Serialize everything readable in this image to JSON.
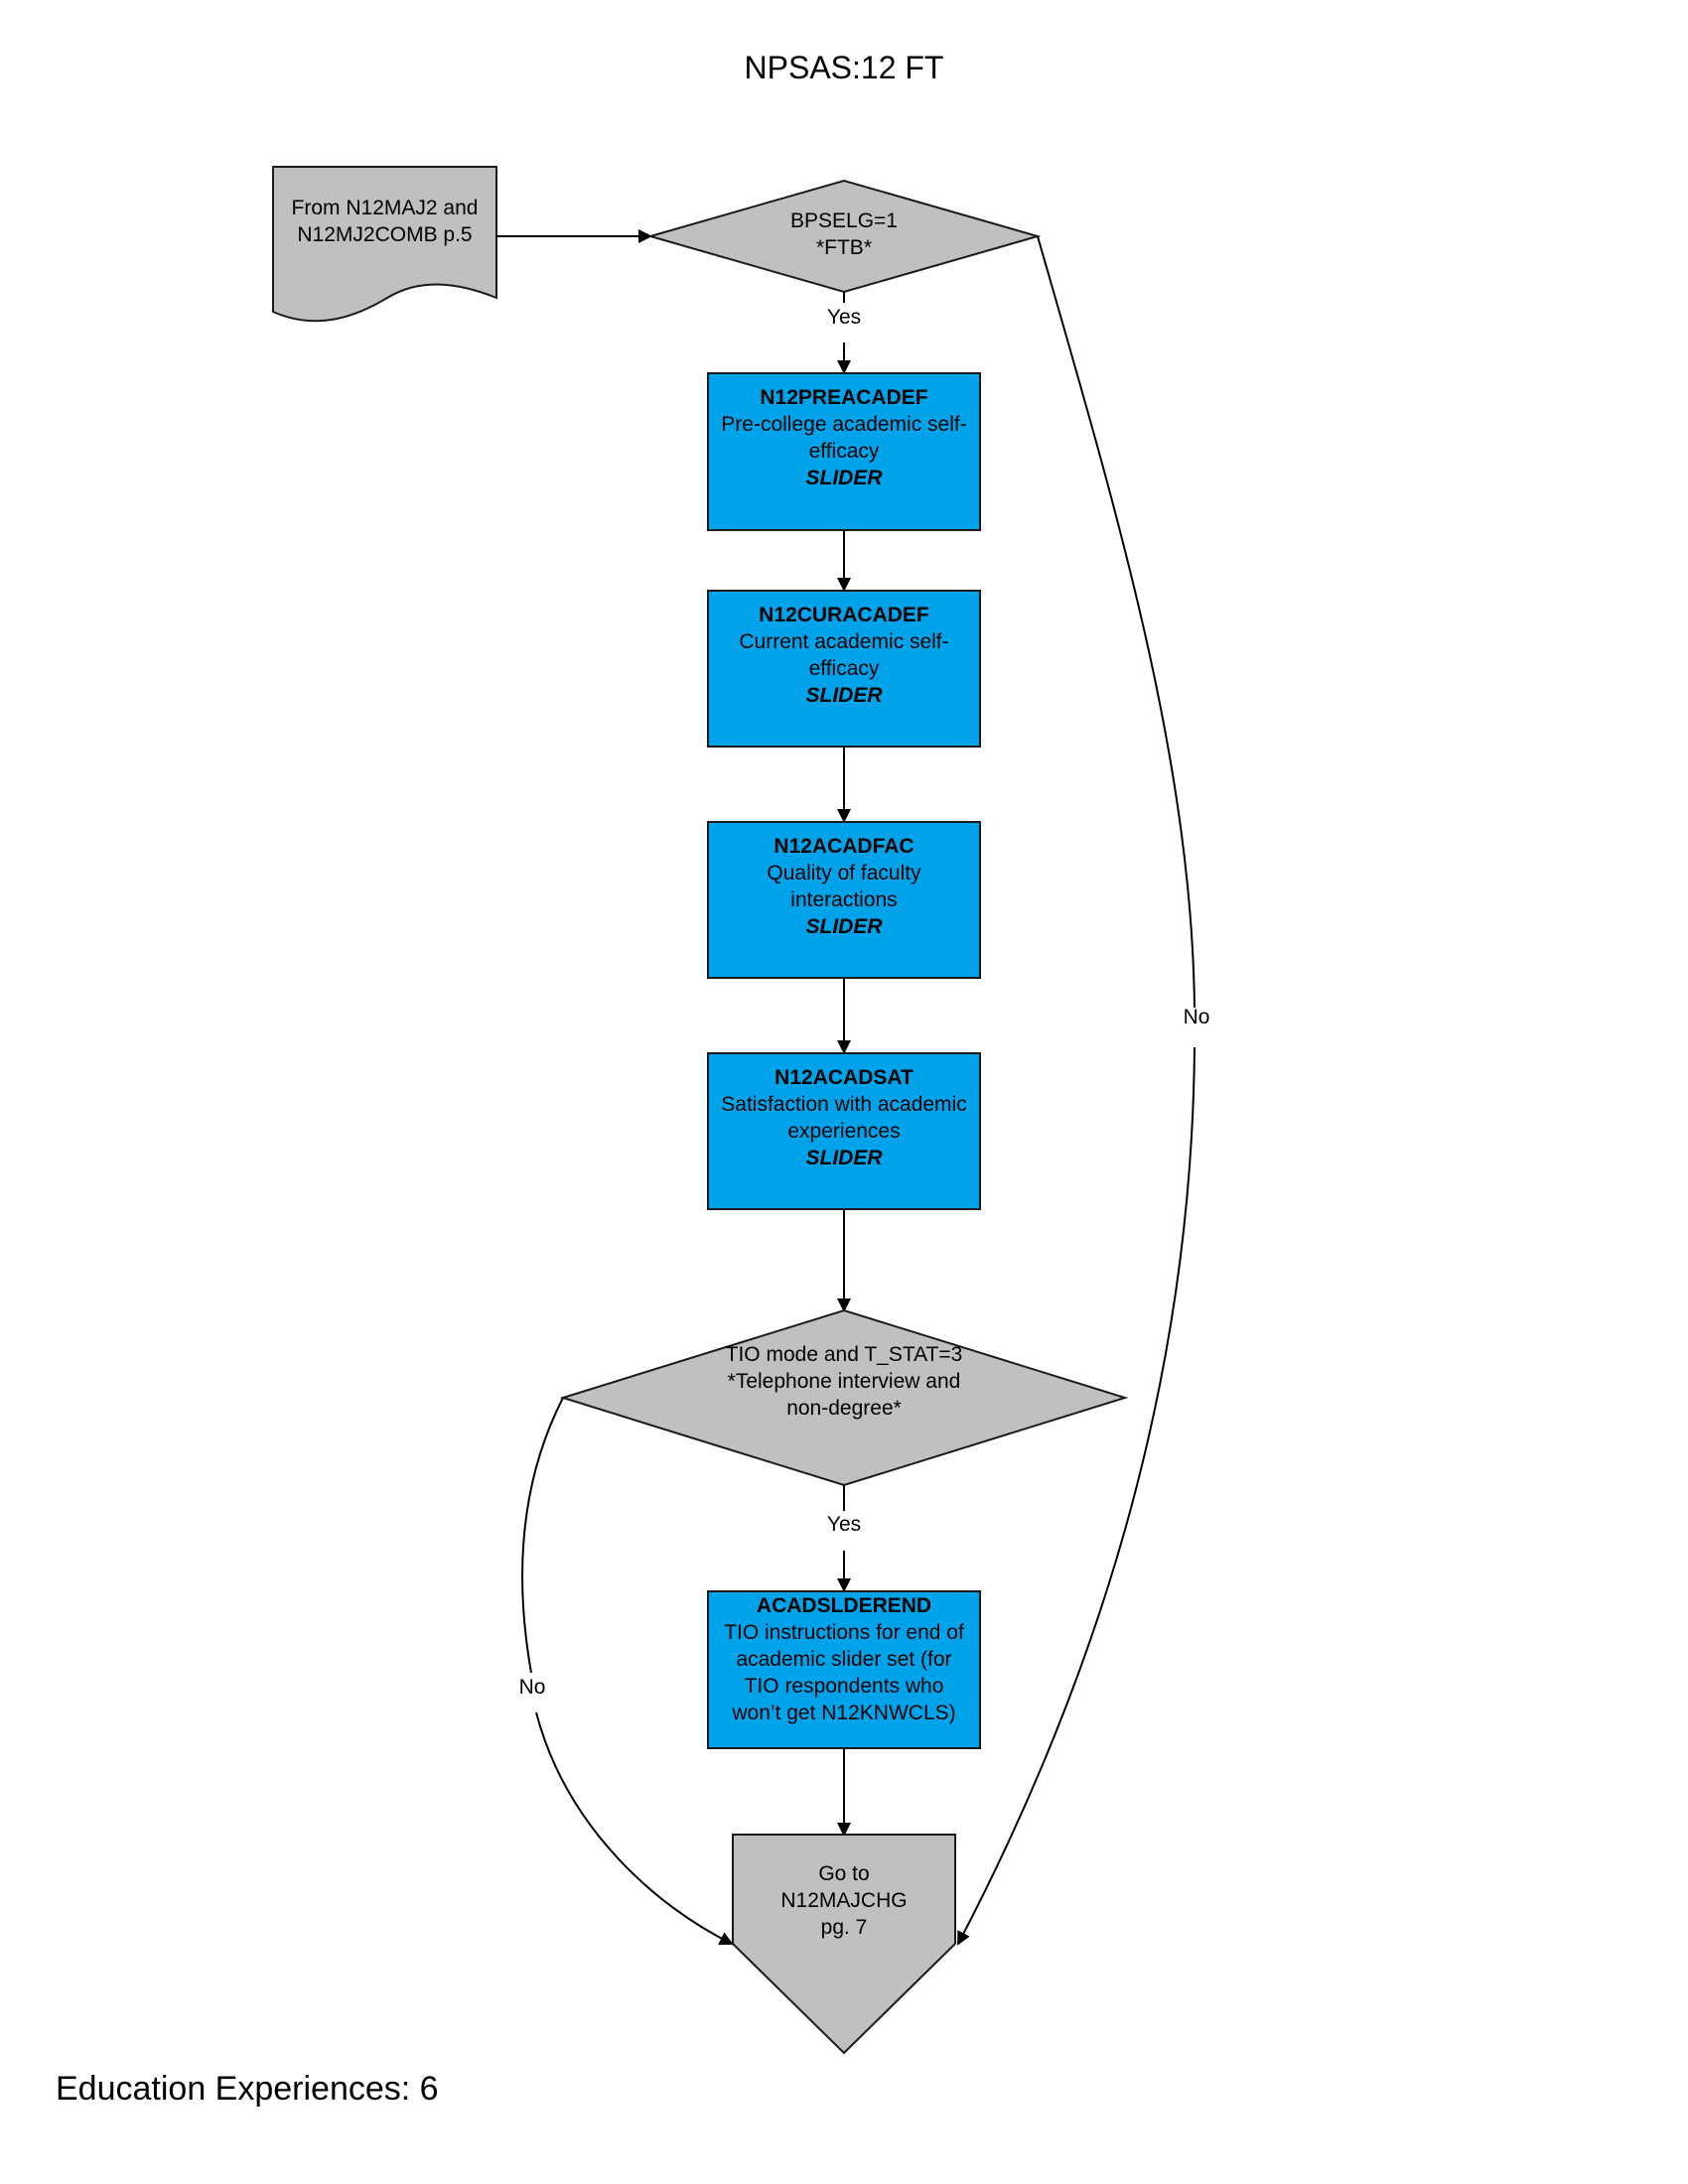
{
  "title": "NPSAS:12 FT",
  "footer": "Education Experiences: 6",
  "colors": {
    "process_fill": "#00a3ea",
    "decision_fill": "#c0c0c0",
    "connector_fill": "#c0c0c0"
  },
  "source_node": {
    "line1": "From N12MAJ2 and",
    "line2": "N12MJ2COMB p.5"
  },
  "decision1": {
    "line1": "BPSELG=1",
    "line2": "*FTB*",
    "yes_label": "Yes",
    "no_label": "No"
  },
  "boxes": [
    {
      "id": "N12PREACADEF",
      "line1": "Pre-college academic self-",
      "line2": "efficacy",
      "tag": "SLIDER"
    },
    {
      "id": "N12CURACADEF",
      "line1": "Current academic self-",
      "line2": "efficacy",
      "tag": "SLIDER"
    },
    {
      "id": "N12ACADFAC",
      "line1": "Quality of faculty",
      "line2": "interactions",
      "tag": "SLIDER"
    },
    {
      "id": "N12ACADSAT",
      "line1": "Satisfaction with academic",
      "line2": "experiences",
      "tag": "SLIDER"
    }
  ],
  "decision2": {
    "line1": "TIO mode and T_STAT=3",
    "line2": "*Telephone interview and",
    "line3": "non-degree*",
    "yes_label": "Yes",
    "no_label": "No"
  },
  "end_box": {
    "id": "ACADSLDEREND",
    "line1": "TIO instructions for end of",
    "line2": "academic slider set (for",
    "line3": "TIO respondents who",
    "line4": "won’t get N12KNWCLS)"
  },
  "goto_node": {
    "line1": "Go to",
    "line2": "N12MAJCHG",
    "line3": "pg. 7"
  }
}
